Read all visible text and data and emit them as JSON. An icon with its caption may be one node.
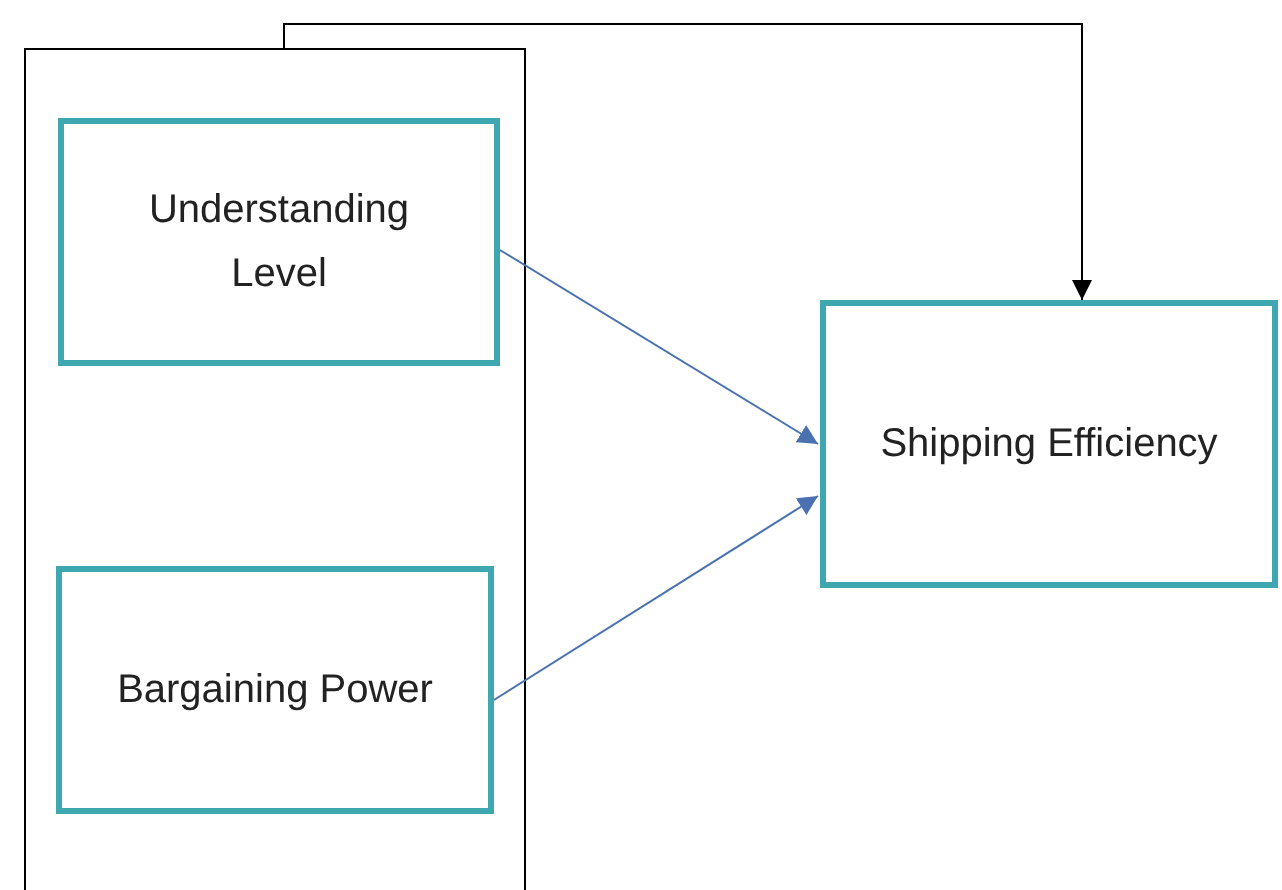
{
  "diagram": {
    "nodes": [
      {
        "text": [],
        "shape": "box"
      },
      {
        "text": [
          "Understanding Level"
        ],
        "in": 0
      },
      {
        "text": [
          "Bargaining Power"
        ],
        "in": 0
      },
      {
        "text": [
          "Shipping Efficiency"
        ]
      }
    ],
    "edges": [
      {
        "from": 0,
        "to": 3,
        "arrow": "to",
        "color": "#000000"
      },
      {
        "from": 1,
        "to": 3,
        "arrow": "to"
      },
      {
        "from": 2,
        "to": 3,
        "arrow": "to"
      }
    ]
  }
}
